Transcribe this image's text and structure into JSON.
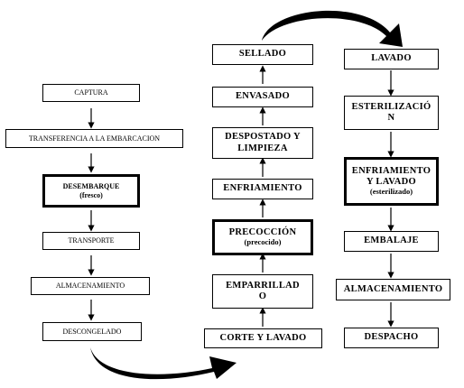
{
  "left_column": {
    "captura": "CAPTURA",
    "transferencia": "TRANSFERENCIA A LA EMBARCACION",
    "desembarque": "DESEMBARQUE",
    "desembarque_sub": "(fresco)",
    "transporte": "TRANSPORTE",
    "almacenamiento": "ALMACENAMIENTO",
    "descongelado": "DESCONGELADO"
  },
  "middle_column": {
    "sellado": "SELLADO",
    "envasado": "ENVASADO",
    "despostado_l1": "DESPOSTADO Y",
    "despostado_l2": "LIMPIEZA",
    "enfriamiento": "ENFRIAMIENTO",
    "precoccion": "PRECOCCIÓN",
    "precoccion_sub": "(precocido)",
    "emparrillado_l1": "EMPARRILLAD",
    "emparrillado_l2": "O",
    "corte": "CORTE Y LAVADO"
  },
  "right_column": {
    "lavado": "LAVADO",
    "esterilizacion_l1": "ESTERILIZACIÓ",
    "esterilizacion_l2": "N",
    "enfriamiento_lavado_l1": "ENFRIAMIENTO",
    "enfriamiento_lavado_l2": "Y LAVADO",
    "enfriamiento_lavado_sub": "(esterilizado)",
    "embalaje": "EMBALAJE",
    "almacenamiento": "ALMACENAMIENTO",
    "despacho": "DESPACHO"
  },
  "colors": {
    "stroke": "#000000",
    "background": "#ffffff"
  }
}
